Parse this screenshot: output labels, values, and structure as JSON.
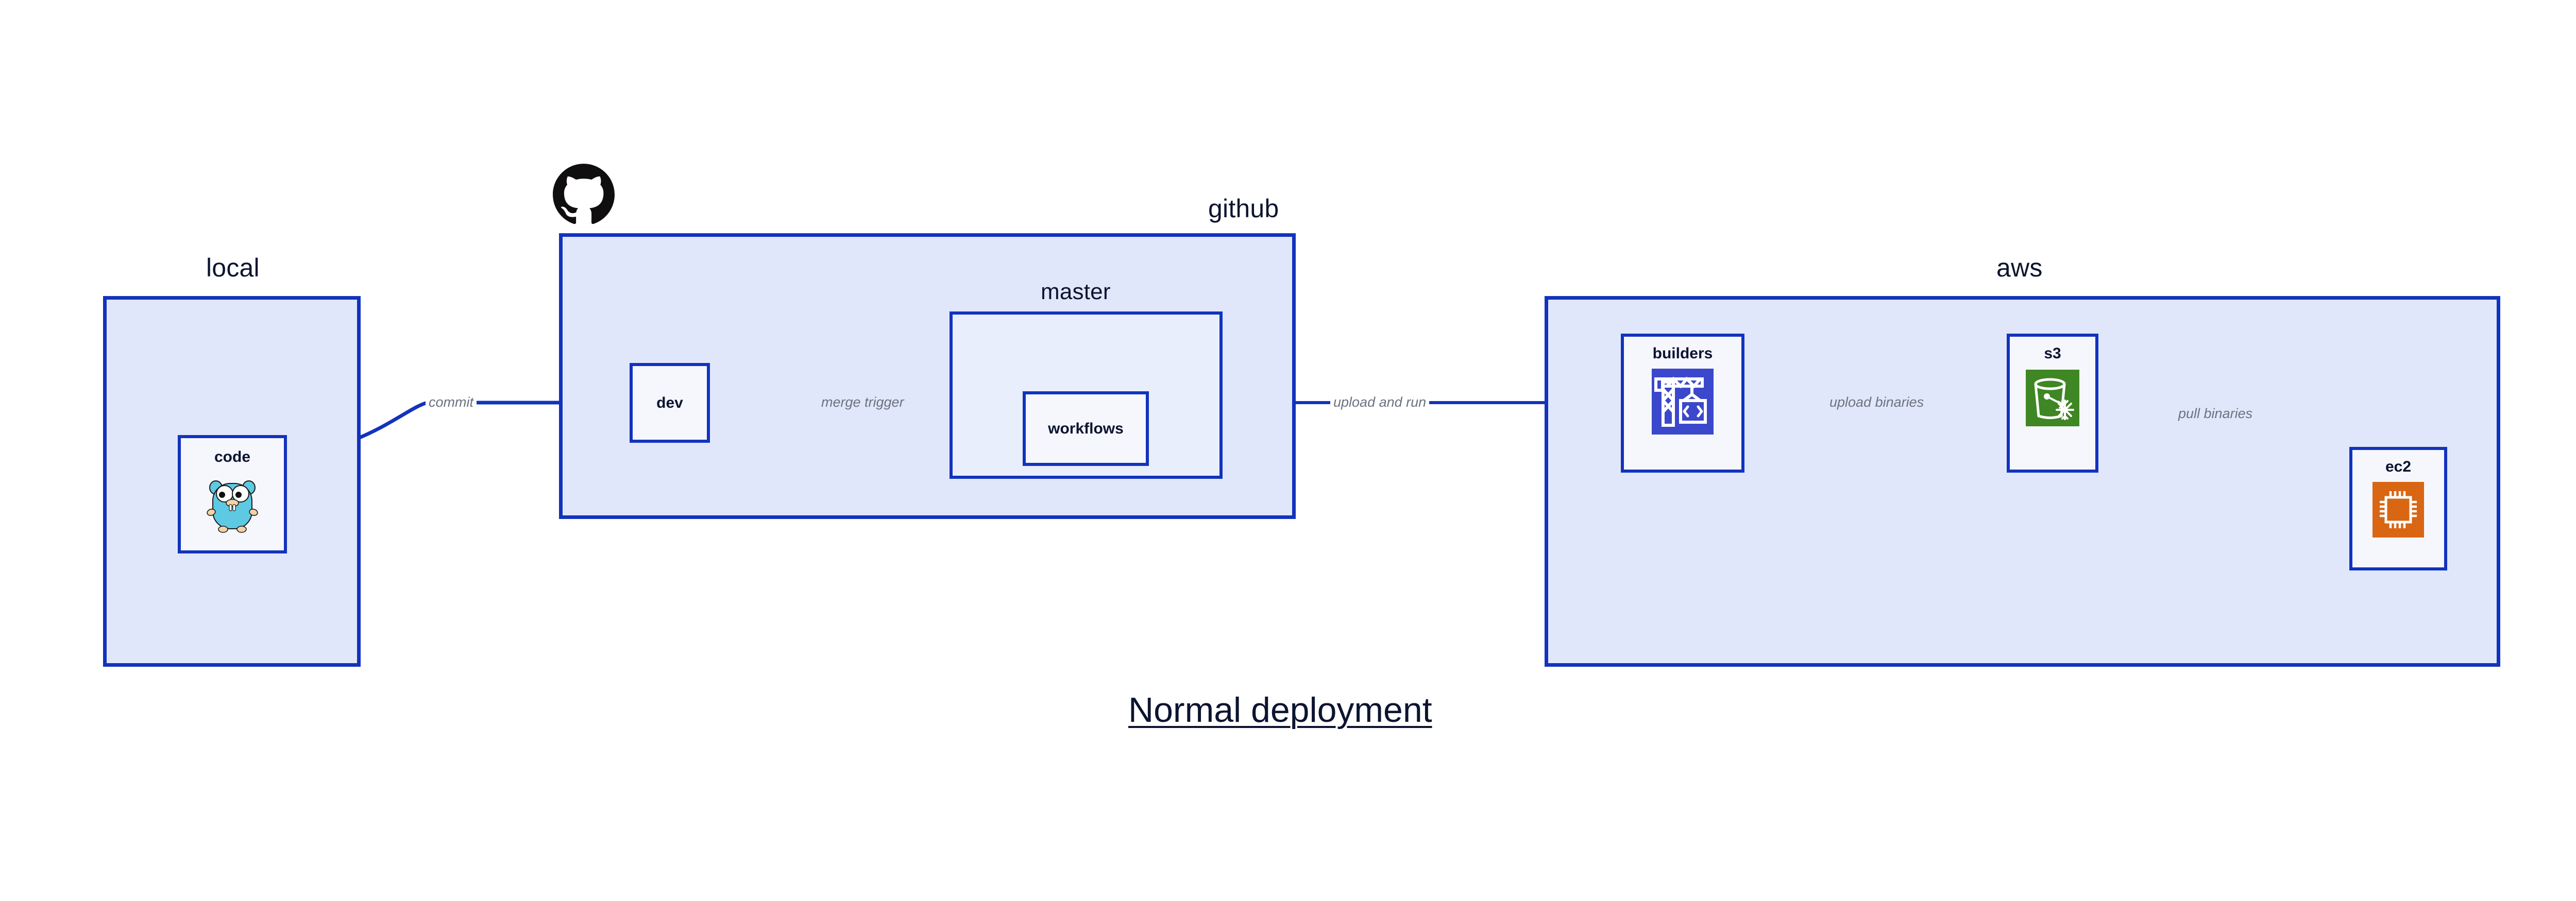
{
  "diagram": {
    "title": "Normal deployment",
    "accent_border": "#1233bd",
    "group_fill": "#e1e7fa",
    "node_fill": "#eaeefb",
    "label_color": "#0d1430",
    "edge_label_color": "#6b7280"
  },
  "groups": {
    "local": {
      "label": "local"
    },
    "github": {
      "label": "github"
    },
    "master": {
      "label": "master"
    },
    "aws": {
      "label": "aws"
    }
  },
  "nodes": {
    "code": {
      "label": "code",
      "icon": "go-gopher-icon"
    },
    "dev": {
      "label": "dev",
      "icon": null
    },
    "workflows": {
      "label": "workflows",
      "icon": null
    },
    "builders": {
      "label": "builders",
      "icon": "aws-codebuild-icon",
      "icon_color": "#3b48cc"
    },
    "s3": {
      "label": "s3",
      "icon": "aws-s3-glacier-bucket-icon",
      "icon_color": "#3f8624"
    },
    "ec2": {
      "label": "ec2",
      "icon": "aws-ec2-chip-icon",
      "icon_color": "#d86613"
    }
  },
  "edges": [
    {
      "id": "commit",
      "label": "commit",
      "from": "code",
      "to": "dev"
    },
    {
      "id": "merge-trigger",
      "label": "merge trigger",
      "from": "dev",
      "to": "workflows"
    },
    {
      "id": "upload-and-run",
      "label": "upload and run",
      "from": "workflows",
      "to": "builders"
    },
    {
      "id": "upload-binaries",
      "label": "upload binaries",
      "from": "builders",
      "to": "s3"
    },
    {
      "id": "pull-binaries",
      "label": "pull binaries",
      "from": "s3",
      "to": "ec2"
    }
  ],
  "logos": {
    "github": {
      "name": "github-octocat-logo"
    }
  }
}
